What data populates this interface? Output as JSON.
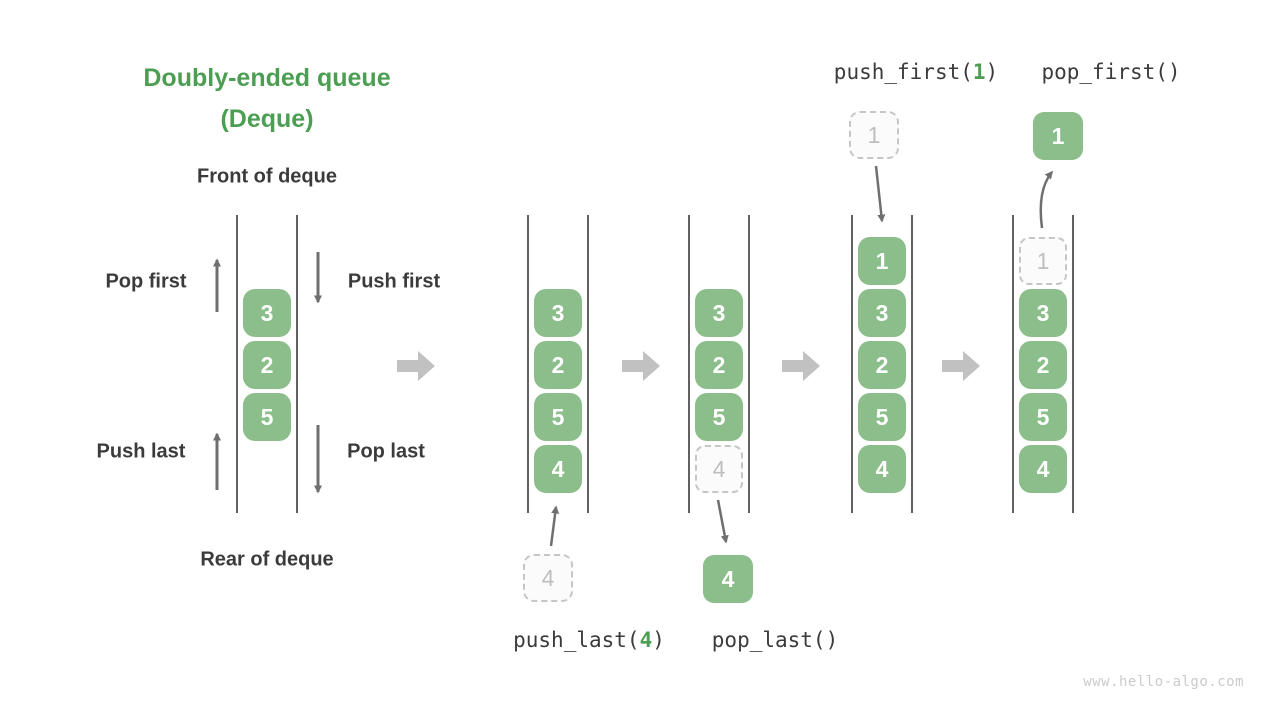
{
  "title": {
    "line1": "Doubly-ended queue",
    "line2": "(Deque)"
  },
  "labels": {
    "front": "Front of deque",
    "rear": "Rear of deque",
    "pop_first": "Pop first",
    "push_first": "Push first",
    "push_last": "Push last",
    "pop_last": "Pop last"
  },
  "operations": {
    "push_last": {
      "pre": "push_last(",
      "arg": "4",
      "post": ")"
    },
    "pop_last": {
      "pre": "pop_last()",
      "arg": "",
      "post": ""
    },
    "push_first": {
      "pre": "push_first(",
      "arg": "1",
      "post": ")"
    },
    "pop_first": {
      "pre": "pop_first()",
      "arg": "",
      "post": ""
    }
  },
  "queues": [
    {
      "name": "initial-deque",
      "cells": [
        {
          "value": "3",
          "style": "solid"
        },
        {
          "value": "2",
          "style": "solid"
        },
        {
          "value": "5",
          "style": "solid"
        }
      ]
    },
    {
      "name": "after-push-last",
      "cells": [
        {
          "value": "3",
          "style": "solid"
        },
        {
          "value": "2",
          "style": "solid"
        },
        {
          "value": "5",
          "style": "solid"
        },
        {
          "value": "4",
          "style": "solid"
        }
      ]
    },
    {
      "name": "after-pop-last",
      "cells": [
        {
          "value": "3",
          "style": "solid"
        },
        {
          "value": "2",
          "style": "solid"
        },
        {
          "value": "5",
          "style": "solid"
        },
        {
          "value": "4",
          "style": "dashed"
        }
      ]
    },
    {
      "name": "after-push-first",
      "cells": [
        {
          "value": "1",
          "style": "solid"
        },
        {
          "value": "3",
          "style": "solid"
        },
        {
          "value": "2",
          "style": "solid"
        },
        {
          "value": "5",
          "style": "solid"
        },
        {
          "value": "4",
          "style": "solid"
        }
      ]
    },
    {
      "name": "after-pop-first",
      "cells": [
        {
          "value": "1",
          "style": "dashed"
        },
        {
          "value": "3",
          "style": "solid"
        },
        {
          "value": "2",
          "style": "solid"
        },
        {
          "value": "5",
          "style": "solid"
        },
        {
          "value": "4",
          "style": "solid"
        }
      ]
    }
  ],
  "floating": {
    "push_last_value": "4",
    "pop_last_value": "4",
    "push_first_value": "1",
    "pop_first_value": "1"
  },
  "watermark": "www.hello-algo.com",
  "colors": {
    "box_green": "#8cbe8c",
    "accent_green": "#4c9e52",
    "text_dark": "#3b3b3b",
    "thin_arrow": "#6f6f6f",
    "block_arrow": "#c1c1c1",
    "queue_line": "#616161",
    "dashed_border": "#c6c6c6",
    "dashed_text": "#bebebe",
    "watermark_gray": "#cbcbcb"
  }
}
